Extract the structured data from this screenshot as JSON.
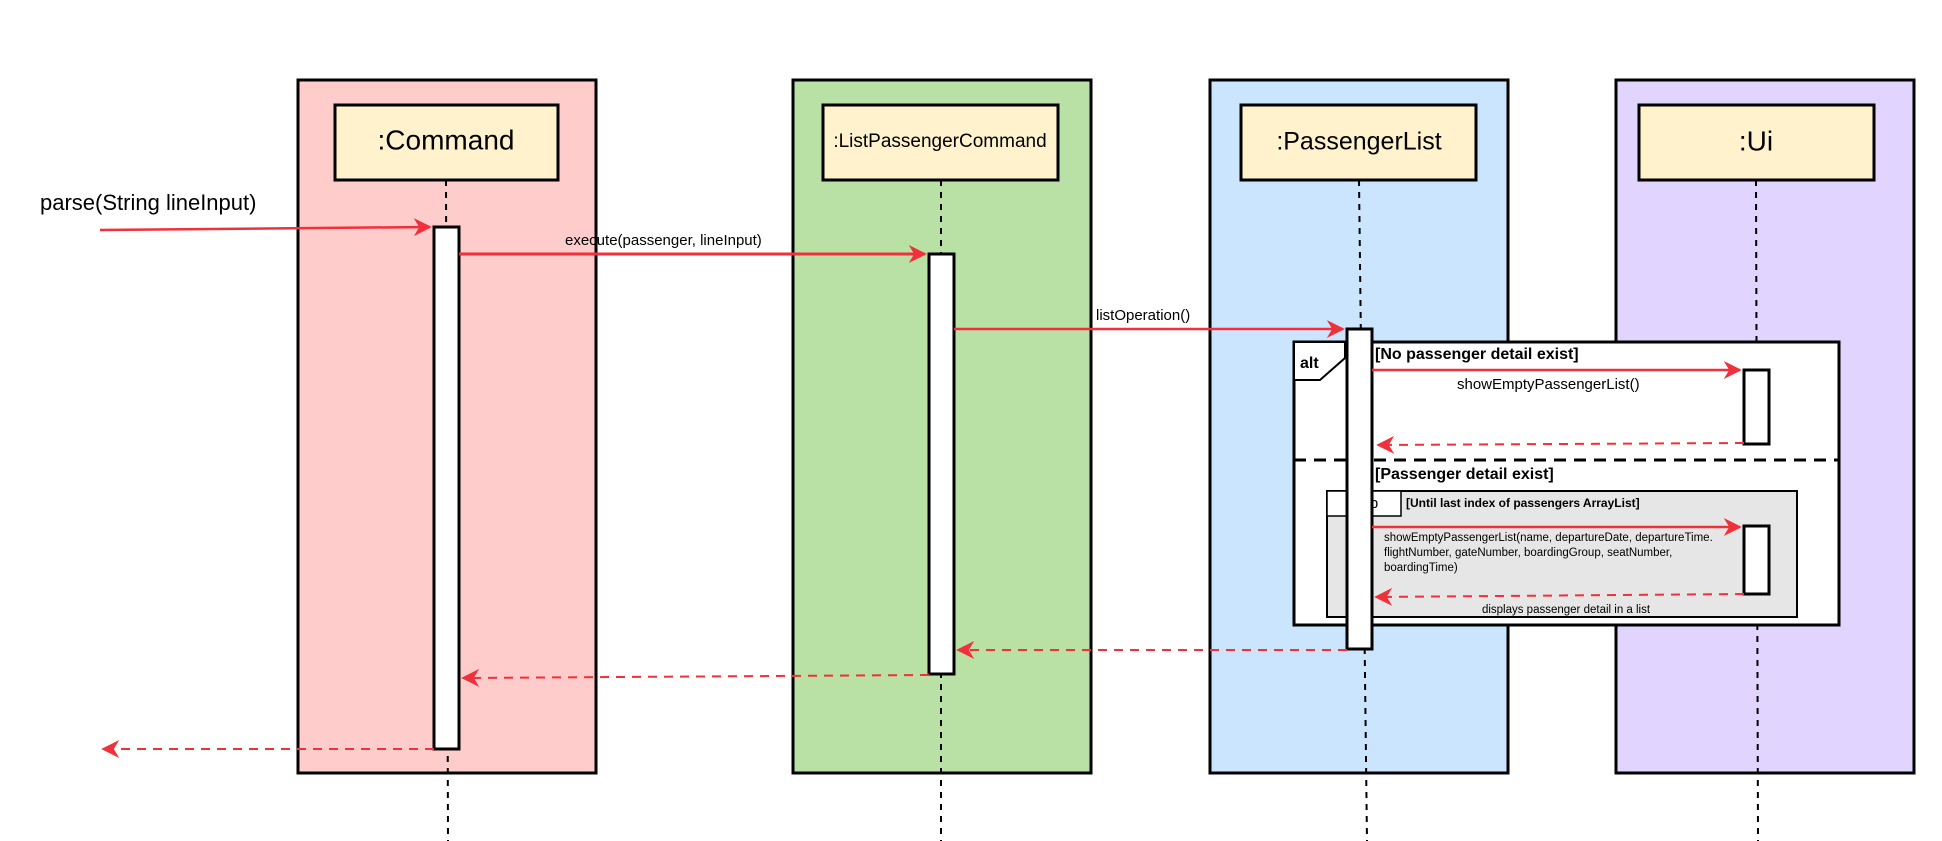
{
  "colors": {
    "command_lane": "#ffcccc",
    "listcmd_lane": "#b9e0a5",
    "passengerlist_lane": "#cce5ff",
    "ui_lane": "#e1d5ff",
    "participant_box": "#fff2cc",
    "message": "#f0303a",
    "fragment_fill": "#e6e6e6",
    "border": "#000000"
  },
  "participants": {
    "command": ":Command",
    "list_command": ":ListPassengerCommand",
    "passenger_list": ":PassengerList",
    "ui": ":Ui"
  },
  "messages": {
    "parse": "parse(String lineInput)",
    "execute": "execute(passenger, lineInput)",
    "list_operation": "listOperation()",
    "show_empty": "showEmptyPassengerList()",
    "show_detail_line1": "showEmptyPassengerList(name, departureDate, departureTime.",
    "show_detail_line2": "flightNumber, gateNumber, boardingGroup, seatNumber,",
    "show_detail_line3": "boardingTime)",
    "displays_detail": "displays passenger detail in a list"
  },
  "fragments": {
    "alt_label": "alt",
    "alt_guard_1": "[No passenger detail exist]",
    "alt_guard_2": "[Passenger detail exist]",
    "loop_label": "loop",
    "loop_guard": "[Until last index of passengers ArrayList]"
  }
}
